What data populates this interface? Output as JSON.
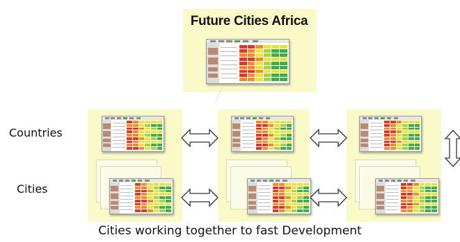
{
  "title": "Future Cities Africa",
  "row_labels": {
    "countries": "Countries",
    "cities": "Cities"
  },
  "caption": "Cities working together to fast Development",
  "colors": {
    "panel": "#fafac8",
    "heat_red": "#d93a2b",
    "heat_orange": "#ef8d2c",
    "heat_yellow": "#e9e33a",
    "heat_lightgreen": "#a6d24a",
    "heat_green": "#3fae48",
    "arrow_stroke": "#333333"
  },
  "icons": {
    "horizontal_arrow": "double-headed-arrow-icon",
    "vertical_arrow": "double-headed-vertical-arrow-icon"
  }
}
